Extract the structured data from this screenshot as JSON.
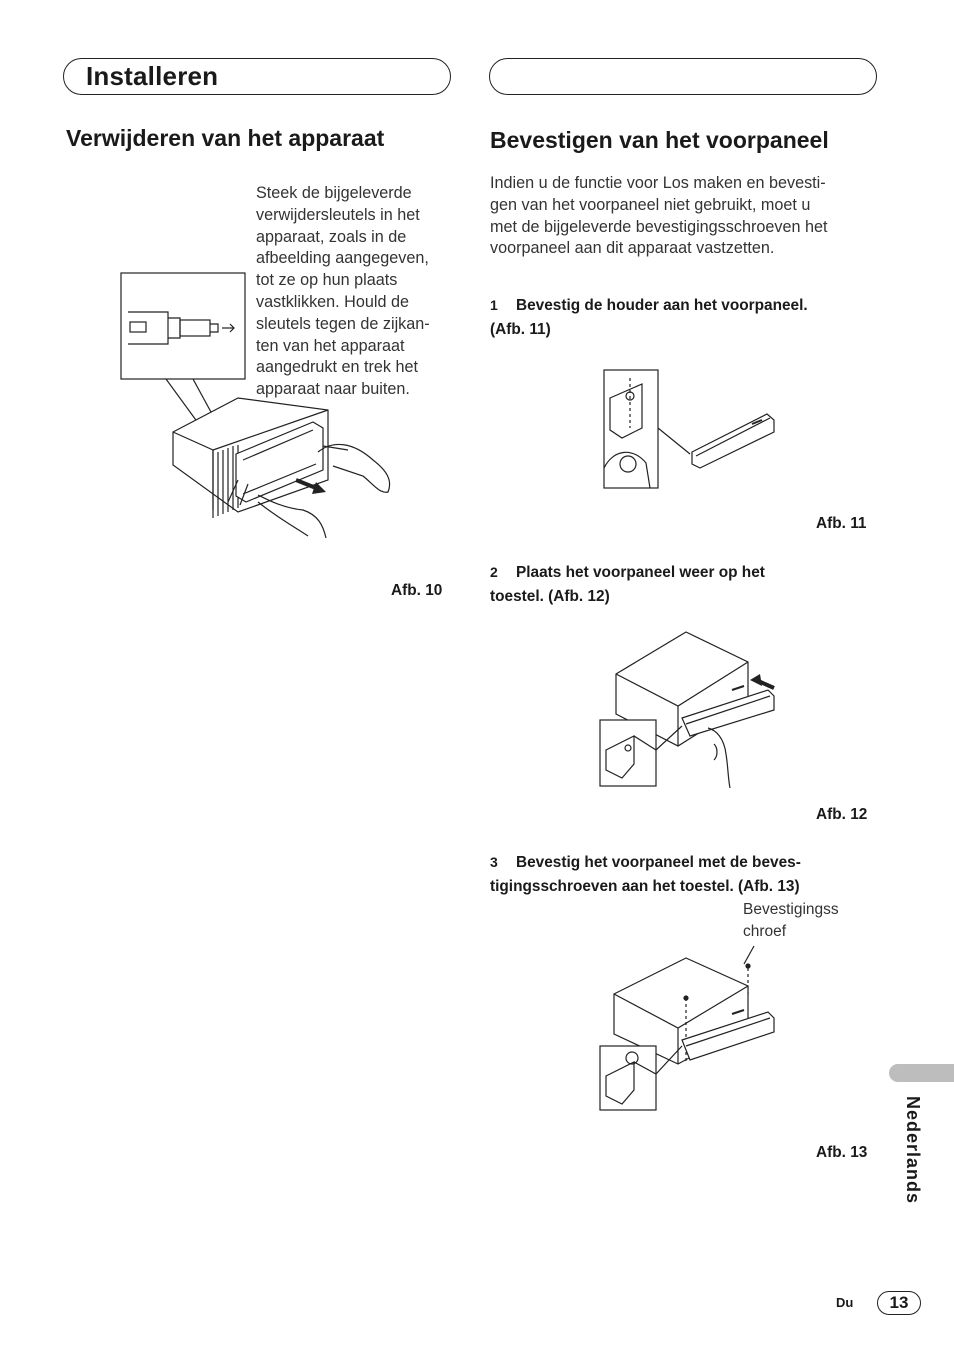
{
  "header": {
    "title": "Installeren"
  },
  "left": {
    "heading": "Verwijderen van het apparaat",
    "paragraph_lines": [
      "Steek de bijgeleverde",
      "verwijdersleutels in het",
      "apparaat, zoals in de",
      "afbeelding aangegeven,",
      "tot ze op hun plaats",
      "vastklikken. Hould de",
      "sleutels tegen de zijkan-",
      "ten van het apparaat",
      "aangedrukt en trek het",
      "apparaat naar buiten."
    ],
    "figure_caption": "Afb. 10"
  },
  "right": {
    "heading": "Bevestigen van het voorpaneel",
    "intro_lines": [
      "Indien u de functie voor Los maken en bevesti-",
      "gen van het voorpaneel niet gebruikt, moet u",
      "met de bijgeleverde bevestigingsschroeven het",
      "voorpaneel aan dit apparaat vastzetten."
    ],
    "steps": [
      {
        "number": "1",
        "line1": "Bevestig de houder aan het voorpaneel.",
        "line2": "(Afb. 11)",
        "caption": "Afb. 11"
      },
      {
        "number": "2",
        "line1": "Plaats het voorpaneel weer op het",
        "line2": "toestel. (Afb. 12)",
        "caption": "Afb. 12"
      },
      {
        "number": "3",
        "line1": "Bevestig het voorpaneel met de beves-",
        "line2": "tigingsschroeven aan het toestel. (Afb. 13)",
        "caption": "Afb. 13"
      }
    ],
    "screw_label_lines": [
      "Bevestigingss",
      "chroef"
    ]
  },
  "footer": {
    "language_tab": "Nederlands",
    "language_code": "Du",
    "page_number": "13"
  }
}
